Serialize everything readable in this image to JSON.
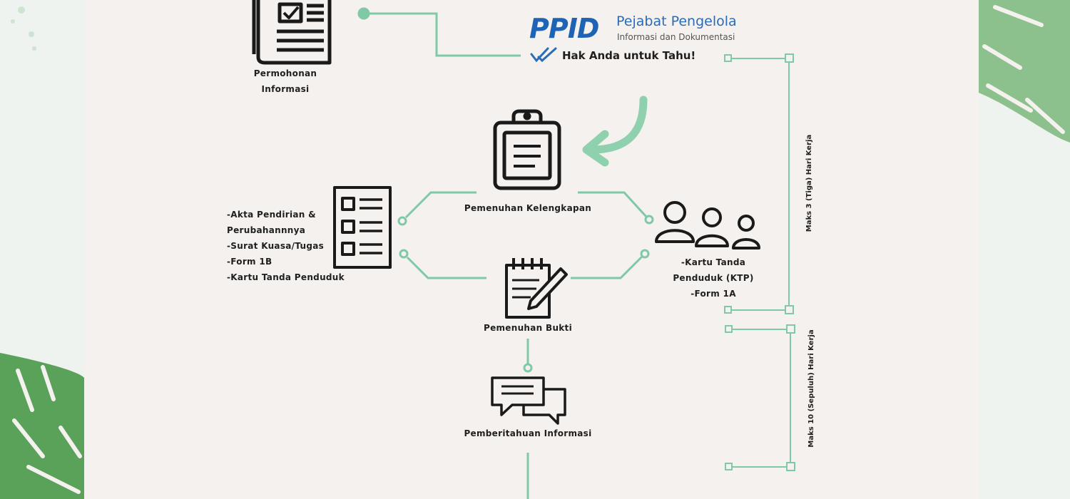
{
  "brand": {
    "logo_text": "PPID",
    "name": "Pejabat Pengelola",
    "subtitle": "Informasi dan Dokumentasi",
    "tagline": "Hak Anda untuk Tahu!"
  },
  "steps": {
    "permohonan": [
      "Permohonan",
      "Informasi"
    ],
    "kelengkapan": "Pemenuhan Kelengkapan",
    "bukti": "Pemenuhan Bukti",
    "pemberitahuan": "Pemberitahuan Informasi"
  },
  "left_requirements": [
    "-Akta Pendirian &",
    "Perubahannnya",
    "-Surat Kuasa/Tugas",
    "-Form 1B",
    "-Kartu Tanda Penduduk"
  ],
  "right_requirements": [
    "-Kartu Tanda",
    "Penduduk (KTP)",
    "-Form 1A"
  ],
  "timelines": {
    "first": "Maks 3 (Tiga) Hari Kerja",
    "second": "Maks 10 (Sepuluh) Hari Kerja"
  },
  "colors": {
    "connector": "#7fc9a6",
    "leaf_green": "#5aa25a",
    "leaf_light": "#8cc08c",
    "panel": "#f4f1ee",
    "brand_blue": "#1e63b5",
    "icon": "#1a1a1a"
  },
  "icons": [
    "newspaper-icon",
    "clipboard-icon",
    "checklist-icon",
    "people-icon",
    "notepad-pencil-icon",
    "chat-bubbles-icon",
    "double-check-icon",
    "curved-arrow-icon"
  ]
}
